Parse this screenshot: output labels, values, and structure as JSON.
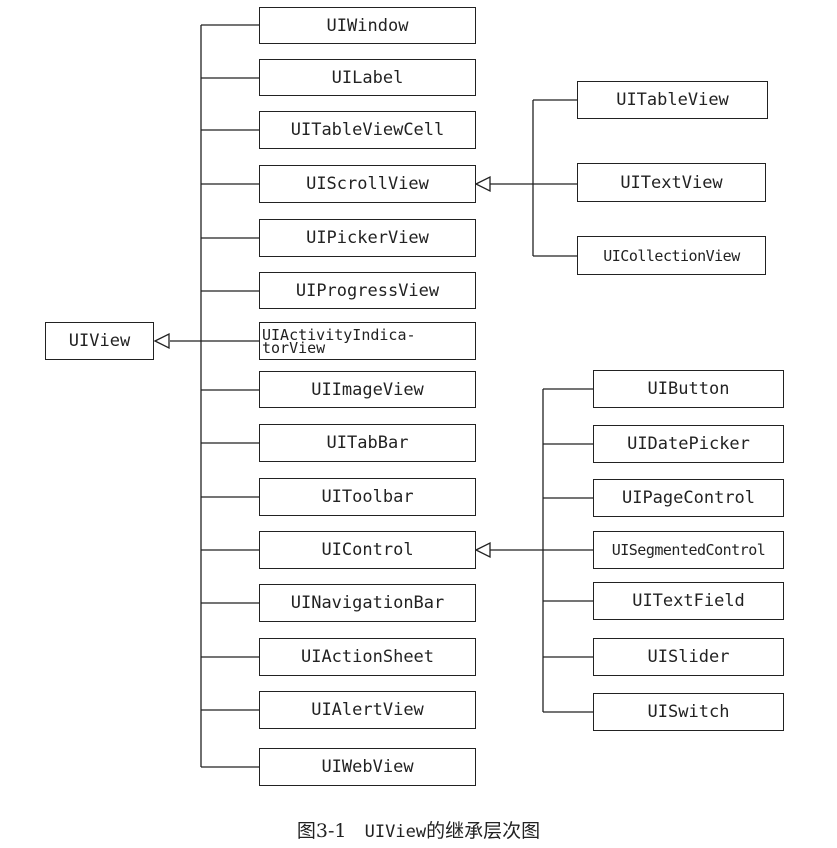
{
  "diagram": {
    "root": "UIView",
    "level1": [
      "UIWindow",
      "UILabel",
      "UITableViewCell",
      "UIScrollView",
      "UIPickerView",
      "UIProgressView",
      "UIActivityIndica-torView",
      "UIImageView",
      "UITabBar",
      "UIToolbar",
      "UIControl",
      "UINavigationBar",
      "UIActionSheet",
      "UIAlertView",
      "UIWebView"
    ],
    "scrollview_children": [
      "UITableView",
      "UITextView",
      "UICollectionView"
    ],
    "control_children": [
      "UIButton",
      "UIDatePicker",
      "UIPageControl",
      "UISegmentedControl",
      "UITextField",
      "UISlider",
      "UISwitch"
    ]
  },
  "caption": {
    "figure": "图3-1",
    "class_name": "UIView",
    "text": "的继承层次图"
  }
}
